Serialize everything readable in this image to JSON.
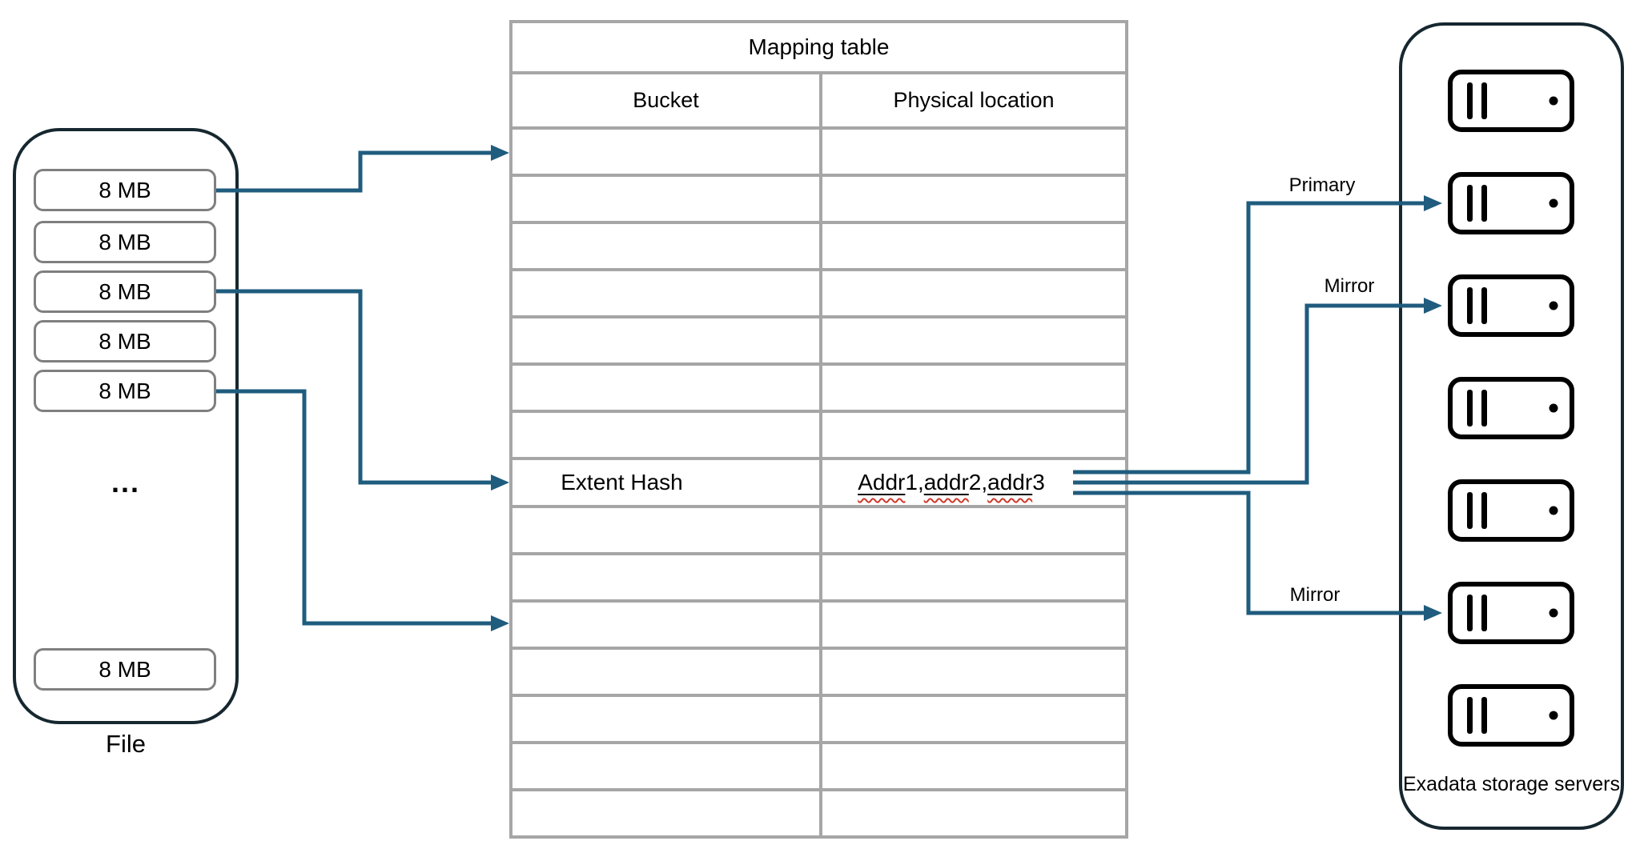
{
  "diagram": {
    "file_panel": {
      "label": "File",
      "blocks": [
        "8 MB",
        "8 MB",
        "8 MB",
        "8 MB",
        "8 MB"
      ],
      "ellipsis": "...",
      "trailing_block": "8 MB"
    },
    "mapping_table": {
      "title": "Mapping table",
      "column_headers": [
        "Bucket",
        "Physical location"
      ],
      "body_row_count": 15,
      "filled_row_index": 8,
      "filled_row": {
        "bucket": "Extent Hash",
        "physical_location_text": "Addr 1, addr 2, addr 3",
        "physical_location_segments": [
          {
            "text": "Addr",
            "marked": true
          },
          {
            "text": " 1, ",
            "marked": false
          },
          {
            "text": "addr",
            "marked": true
          },
          {
            "text": " 2, ",
            "marked": false
          },
          {
            "text": "addr",
            "marked": true
          },
          {
            "text": " 3",
            "marked": false
          }
        ]
      }
    },
    "connector_labels": {
      "primary": "Primary",
      "mirror_top": "Mirror",
      "mirror_bottom": "Mirror"
    },
    "storage_panel": {
      "label": "Exadata storage servers",
      "server_count": 7,
      "icon": "storage-server-icon"
    },
    "colors": {
      "connector": "#1f5c7e",
      "panel_border": "#16272f",
      "table_grid": "#a6a6a6",
      "block_border": "#7f7f7f",
      "server_outline": "#000000",
      "squiggle": "#d0392b"
    }
  }
}
